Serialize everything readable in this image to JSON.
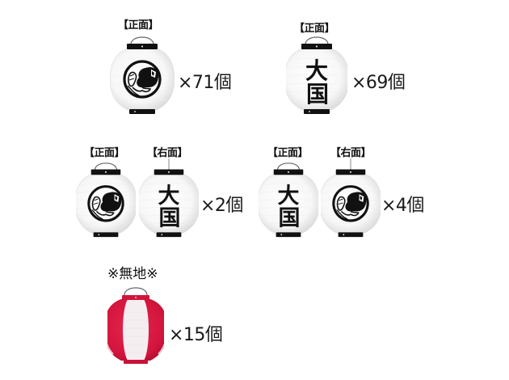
{
  "groups": [
    {
      "id": "group-1",
      "lanterns": [
        {
          "side_label": "【正面】",
          "design": "mon-crest",
          "body_color": "#ffffff",
          "has_handle": true
        }
      ],
      "quantity": "×71個"
    },
    {
      "id": "group-2",
      "lanterns": [
        {
          "side_label": "【正面】",
          "design": "daikoku-text",
          "text": "大国",
          "body_color": "#ffffff",
          "has_handle": true
        }
      ],
      "quantity": "×69個"
    },
    {
      "id": "group-3",
      "lanterns": [
        {
          "side_label": "【正面】",
          "design": "mon-crest",
          "body_color": "#ffffff",
          "has_handle": true
        },
        {
          "side_label": "【右面】",
          "design": "daikoku-text",
          "text": "大国",
          "body_color": "#ffffff",
          "has_handle": false
        }
      ],
      "quantity": "×2個"
    },
    {
      "id": "group-4",
      "lanterns": [
        {
          "side_label": "【正面】",
          "design": "daikoku-text",
          "text": "大国",
          "body_color": "#ffffff",
          "has_handle": true
        },
        {
          "side_label": "【右面】",
          "design": "mon-crest",
          "body_color": "#ffffff",
          "has_handle": false
        }
      ],
      "quantity": "×4個"
    },
    {
      "id": "group-5",
      "lanterns": [
        {
          "side_label": "※無地※",
          "design": "plain-red-white-stripes",
          "body_color": "#d7163f",
          "stripe_color": "#f6eef2",
          "has_handle": true
        }
      ],
      "quantity": "×15個"
    }
  ],
  "colors": {
    "band": "#111111",
    "paper": "#ffffff",
    "paper_shade": "#e8e8e8",
    "red": "#d7163f",
    "ink": "#111111"
  },
  "lantern_text": "大国"
}
